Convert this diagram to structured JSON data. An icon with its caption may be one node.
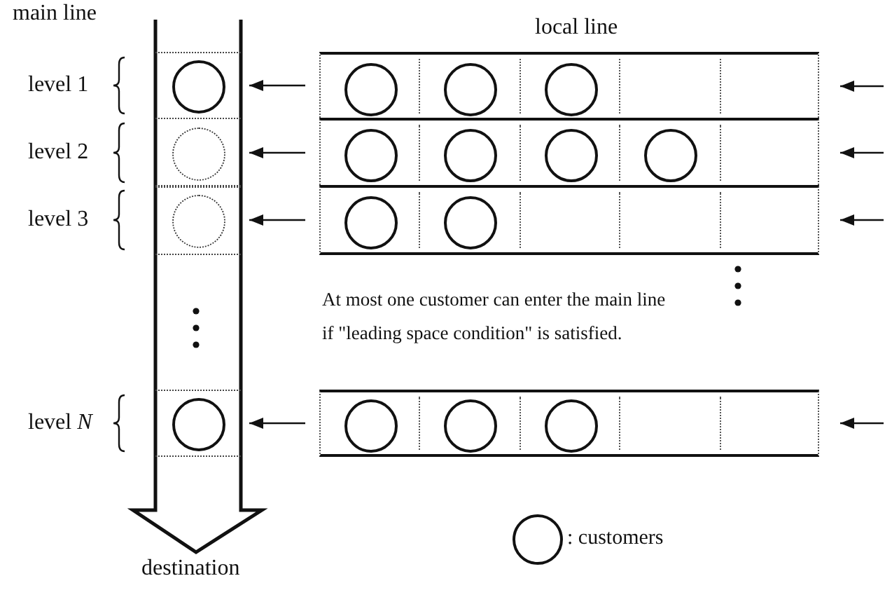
{
  "diagram": {
    "nodes": [
      {
        "text": [
          "main line"
        ],
        "beside": [
          "destination"
        ]
      },
      {
        "text": [],
        "shape": "box",
        "in": 0,
        "beside": [
          "level 1"
        ]
      },
      {
        "text": [],
        "shape": "circle",
        "in": 1
      },
      {
        "text": [],
        "shape": "box"
      },
      {
        "text": [],
        "shape": "circle",
        "in": 3
      },
      {
        "text": [],
        "shape": "circle",
        "in": 3
      },
      {
        "text": [],
        "shape": "circle",
        "in": 3
      },
      {
        "text": [],
        "shape": "box",
        "in": 0,
        "beside": [
          "level 2"
        ]
      },
      {
        "text": [],
        "shape": "box"
      },
      {
        "text": [],
        "shape": "circle",
        "in": 8
      },
      {
        "text": [],
        "shape": "circle",
        "in": 8
      },
      {
        "text": [],
        "shape": "circle",
        "in": 8
      },
      {
        "text": [],
        "shape": "circle",
        "in": 8
      },
      {
        "text": [],
        "shape": "box",
        "in": 0,
        "beside": [
          "level 3"
        ]
      },
      {
        "text": [],
        "shape": "box"
      },
      {
        "text": [],
        "shape": "circle",
        "in": 14
      },
      {
        "text": [],
        "shape": "circle",
        "in": 14
      },
      {
        "text": [],
        "shape": "box",
        "in": 0,
        "beside": [
          "level *N*"
        ]
      },
      {
        "text": [],
        "shape": "circle",
        "in": 17
      },
      {
        "text": [],
        "shape": "box"
      },
      {
        "text": [],
        "shape": "circle",
        "in": 19
      },
      {
        "text": [],
        "shape": "circle",
        "in": 19
      },
      {
        "text": [],
        "shape": "circle",
        "in": 19
      }
    ],
    "edges": [
      {
        "from": 3,
        "to": 1,
        "arrow": "to"
      },
      {
        "from": null,
        "to": 3,
        "arrow": "to"
      },
      {
        "from": 8,
        "to": 7,
        "arrow": "to"
      },
      {
        "from": null,
        "to": 8,
        "arrow": "to"
      },
      {
        "from": 14,
        "to": 13,
        "arrow": "to"
      },
      {
        "from": null,
        "to": 14,
        "arrow": "to"
      },
      {
        "from": 19,
        "to": 17,
        "arrow": "to"
      },
      {
        "from": null,
        "to": 19,
        "arrow": "to"
      }
    ],
    "labels": [
      "local line",
      "At most one customer can enter the main line if \"leading space condition\" is satisfied."
    ],
    "legend": [
      {
        "text": ": customers"
      }
    ]
  }
}
